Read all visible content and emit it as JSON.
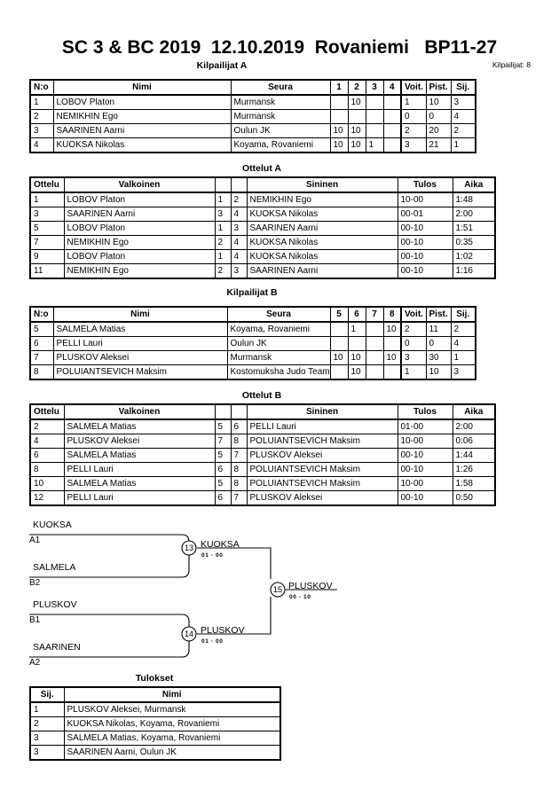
{
  "header": {
    "title": "SC 3 & BC 2019  12.10.2019  Rovaniemi   BP11-27",
    "entrants_label": "Kilpailijat: 8"
  },
  "pool_a": {
    "caption": "Kilpailijat A",
    "columns": [
      "N:o",
      "Nimi",
      "Seura",
      "1",
      "2",
      "3",
      "4",
      "Voit.",
      "Pist.",
      "Sij."
    ],
    "rows": [
      {
        "no": "1",
        "name": "LOBOV Platon",
        "club": "Murmansk",
        "m": [
          "",
          "10",
          "",
          ""
        ],
        "wins": "1",
        "points": "10",
        "rank": "3"
      },
      {
        "no": "2",
        "name": "NEMIKHIN Ego",
        "club": "Murmansk",
        "m": [
          "",
          "",
          "",
          ""
        ],
        "wins": "0",
        "points": "0",
        "rank": "4"
      },
      {
        "no": "3",
        "name": "SAARINEN Aarni",
        "club": "Oulun JK",
        "m": [
          "10",
          "10",
          "",
          ""
        ],
        "wins": "2",
        "points": "20",
        "rank": "2"
      },
      {
        "no": "4",
        "name": "KUOKSA Nikolas",
        "club": "Koyama, Rovaniemi",
        "m": [
          "10",
          "10",
          "1",
          ""
        ],
        "wins": "3",
        "points": "21",
        "rank": "1"
      }
    ]
  },
  "matches_a": {
    "caption": "Ottelut A",
    "columns": [
      "Ottelu",
      "Valkoinen",
      "",
      "",
      "Sininen",
      "Tulos",
      "Aika"
    ],
    "rows": [
      {
        "no": "1",
        "white": "LOBOV Platon",
        "wn": "1",
        "bn": "2",
        "blue": "NEMIKHIN Ego",
        "result": "10-00",
        "time": "1:48"
      },
      {
        "no": "3",
        "white": "SAARINEN Aarni",
        "wn": "3",
        "bn": "4",
        "blue": "KUOKSA Nikolas",
        "result": "00-01",
        "time": "2:00"
      },
      {
        "no": "5",
        "white": "LOBOV Platon",
        "wn": "1",
        "bn": "3",
        "blue": "SAARINEN Aarni",
        "result": "00-10",
        "time": "1:51"
      },
      {
        "no": "7",
        "white": "NEMIKHIN Ego",
        "wn": "2",
        "bn": "4",
        "blue": "KUOKSA Nikolas",
        "result": "00-10",
        "time": "0:35"
      },
      {
        "no": "9",
        "white": "LOBOV Platon",
        "wn": "1",
        "bn": "4",
        "blue": "KUOKSA Nikolas",
        "result": "00-10",
        "time": "1:02"
      },
      {
        "no": "11",
        "white": "NEMIKHIN Ego",
        "wn": "2",
        "bn": "3",
        "blue": "SAARINEN Aarni",
        "result": "00-10",
        "time": "1:16"
      }
    ]
  },
  "pool_b": {
    "caption": "Kilpailijat B",
    "columns": [
      "N:o",
      "Nimi",
      "Seura",
      "5",
      "6",
      "7",
      "8",
      "Voit.",
      "Pist.",
      "Sij."
    ],
    "rows": [
      {
        "no": "5",
        "name": "SALMELA Matias",
        "club": "Koyama, Rovaniemi",
        "m": [
          "",
          "1",
          "",
          "10"
        ],
        "wins": "2",
        "points": "11",
        "rank": "2"
      },
      {
        "no": "6",
        "name": "PELLI Lauri",
        "club": "Oulun JK",
        "m": [
          "",
          "",
          "",
          ""
        ],
        "wins": "0",
        "points": "0",
        "rank": "4"
      },
      {
        "no": "7",
        "name": "PLUSKOV Aleksei",
        "club": "Murmansk",
        "m": [
          "10",
          "10",
          "",
          "10"
        ],
        "wins": "3",
        "points": "30",
        "rank": "1"
      },
      {
        "no": "8",
        "name": "POLUIANTSEVICH Maksim",
        "club": "Kostomuksha Judo Team",
        "m": [
          "",
          "10",
          "",
          ""
        ],
        "wins": "1",
        "points": "10",
        "rank": "3"
      }
    ]
  },
  "matches_b": {
    "caption": "Ottelut B",
    "columns": [
      "Ottelu",
      "Valkoinen",
      "",
      "",
      "Sininen",
      "Tulos",
      "Aika"
    ],
    "rows": [
      {
        "no": "2",
        "white": "SALMELA Matias",
        "wn": "5",
        "bn": "6",
        "blue": "PELLI Lauri",
        "result": "01-00",
        "time": "2:00"
      },
      {
        "no": "4",
        "white": "PLUSKOV Aleksei",
        "wn": "7",
        "bn": "8",
        "blue": "POLUIANTSEVICH Maksim",
        "result": "10-00",
        "time": "0:06"
      },
      {
        "no": "6",
        "white": "SALMELA Matias",
        "wn": "5",
        "bn": "7",
        "blue": "PLUSKOV Aleksei",
        "result": "00-10",
        "time": "1:44"
      },
      {
        "no": "8",
        "white": "PELLI Lauri",
        "wn": "6",
        "bn": "8",
        "blue": "POLUIANTSEVICH Maksim",
        "result": "00-10",
        "time": "1:26"
      },
      {
        "no": "10",
        "white": "SALMELA Matias",
        "wn": "5",
        "bn": "8",
        "blue": "POLUIANTSEVICH Maksim",
        "result": "10-00",
        "time": "1:58"
      },
      {
        "no": "12",
        "white": "PELLI Lauri",
        "wn": "6",
        "bn": "7",
        "blue": "PLUSKOV Aleksei",
        "result": "00-10",
        "time": "0:50"
      }
    ]
  },
  "bracket": {
    "entries": [
      {
        "name": "KUOKSA",
        "seed": "A1"
      },
      {
        "name": "SALMELA",
        "seed": "B2"
      },
      {
        "name": "PLUSKOV",
        "seed": "B1"
      },
      {
        "name": "SAARINEN",
        "seed": "A2"
      }
    ],
    "semifinal_top": {
      "number": "13",
      "winner": "KUOKSA",
      "score": "01 - 00"
    },
    "semifinal_bottom": {
      "number": "14",
      "winner": "PLUSKOV",
      "score": "01 - 00"
    },
    "final": {
      "number": "15",
      "winner": "PLUSKOV",
      "score": "00 - 10"
    }
  },
  "results": {
    "caption": "Tulokset",
    "columns": [
      "Sij.",
      "Nimi"
    ],
    "rows": [
      {
        "rank": "1",
        "name": "PLUSKOV Aleksei, Murmansk"
      },
      {
        "rank": "2",
        "name": "KUOKSA Nikolas, Koyama, Rovaniemi"
      },
      {
        "rank": "3",
        "name": "SALMELA Matias, Koyama, Rovaniemi"
      },
      {
        "rank": "3",
        "name": "SAARINEN Aarni, Oulun JK"
      }
    ]
  }
}
